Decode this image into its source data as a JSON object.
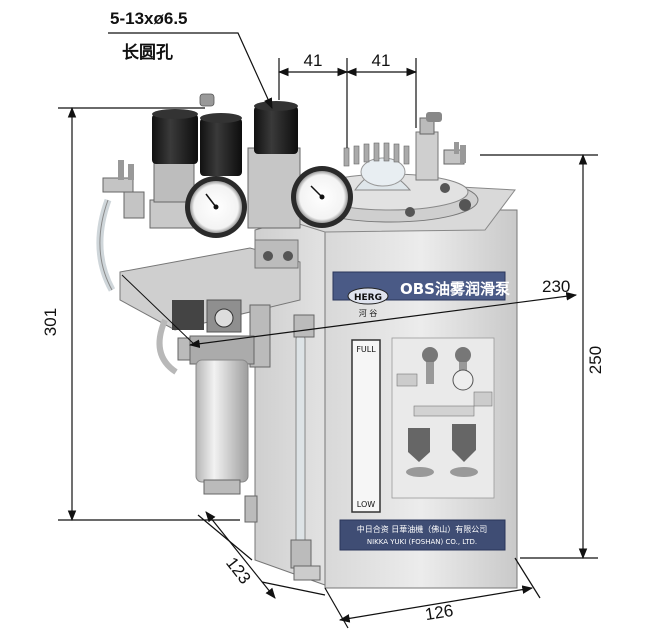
{
  "callout": {
    "hole_spec": "5-13xø6.5",
    "hole_note": "长圆孔"
  },
  "dimensions": {
    "spacing_left": "41",
    "spacing_right": "41",
    "total_height": "301",
    "body_height": "250",
    "body_depth": "230",
    "base_depth": "123",
    "base_width": "126"
  },
  "product": {
    "brand": "HERG",
    "brand_cn": "河 谷",
    "model_name": "OBS油雾润滑泵",
    "level_full": "FULL",
    "level_low": "LOW",
    "maker_cn": "中日合资 日華油機（佛山）有限公司",
    "maker_en": "NIKKA YUKI (FOSHAN) CO., LTD."
  },
  "colors": {
    "line": "#111111",
    "metal_light": "#e6e6e6",
    "metal_mid": "#bdbdbd",
    "metal_dark": "#6e6e6e",
    "black_part": "#1d1d1d",
    "nameplate_blue": "#3a4a78"
  }
}
